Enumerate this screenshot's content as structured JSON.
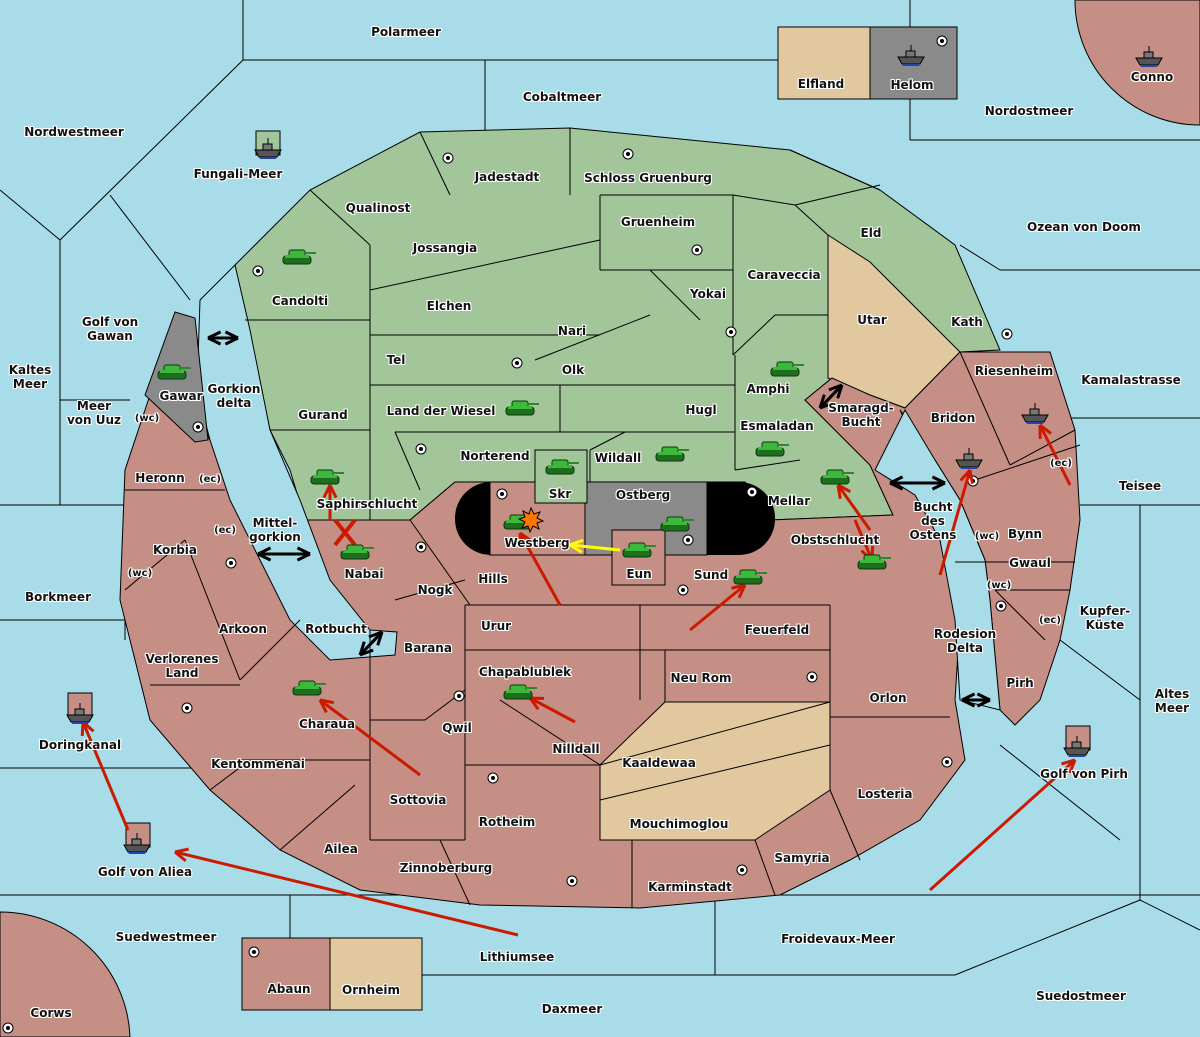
{
  "map": {
    "colors": {
      "sea": "#a8dce8",
      "green_power": "#a2c59a",
      "red_power": "#c58f85",
      "neutral_tan": "#e2c89f",
      "gray_power": "#8a8a8a",
      "move_arrow": "#cc1a00",
      "retreat_arrow": "#ffff00"
    },
    "regions": [
      "Polarmeer",
      "Cobaltmeer",
      "Nordwestmeer",
      "Fungali-Meer",
      "Elfland",
      "Helom",
      "Conno",
      "Nordostmeer",
      "Jadestadt",
      "Schloss Gruenburg",
      "Qualinost",
      "Gruenheim",
      "Eld",
      "Ozean von Doom",
      "Jossangia",
      "Candolti",
      "Caraveccia",
      "Yokai",
      "Elchen",
      "Utar",
      "Kath",
      "Golf von\nGawan",
      "Nari",
      "Tel",
      "Olk",
      "Amphi",
      "Riesenheim",
      "Kamalastrasse",
      "Kaltes\nMeer",
      "Gawar",
      "Gorkion\ndelta",
      "Meer\nvon Uuz",
      "Gurand",
      "Land der Wiesel",
      "Hugl",
      "Smaragd-\nBucht",
      "Bridon",
      "Esmaladan",
      "Norterend",
      "Wildall",
      "Heronn",
      "Skr",
      "Ostberg",
      "Mellar",
      "Teisee",
      "Saphirschlucht",
      "Bucht\ndes\nOstens",
      "Mittel-\ngorkion",
      "Bynn",
      "Westberg",
      "Obstschlucht",
      "Korbia",
      "Nabai",
      "Gwaul",
      "Eun",
      "Sund",
      "Hills",
      "Nogk",
      "Borkmeer",
      "Kupfer-\nKüste",
      "Urur",
      "Feuerfeld",
      "Arkoon",
      "Rotbucht",
      "Rodesion\nDelta",
      "Barana",
      "Verlorenes\nLand",
      "Chapablublek",
      "Neu Rom",
      "Pirh",
      "Altes\nMeer",
      "Orlon",
      "Charaua",
      "Qwil",
      "Doringkanal",
      "Nilldall",
      "Kaaldewaa",
      "Kentommenai",
      "Golf von Pirh",
      "Losteria",
      "Sottovia",
      "Rotheim",
      "Mouchimoglou",
      "Ailea",
      "Samyria",
      "Zinnoberburg",
      "Golf von Aliea",
      "Karminstadt",
      "Suedwestmeer",
      "Froidevaux-Meer",
      "Lithiumsee",
      "Abaun",
      "Ornheim",
      "Suedostmeer",
      "Daxmeer",
      "Corws"
    ],
    "coast_labels": [
      "(wc)",
      "(ec)",
      "(ec)",
      "(ec)",
      "(wc)",
      "(wc)",
      "(wc)",
      "(ec)"
    ],
    "unit_icons": {
      "army": "tank-icon",
      "fleet": "ship-icon",
      "supply_center": "supply-center-icon",
      "dislodged": "explosion-icon"
    }
  }
}
